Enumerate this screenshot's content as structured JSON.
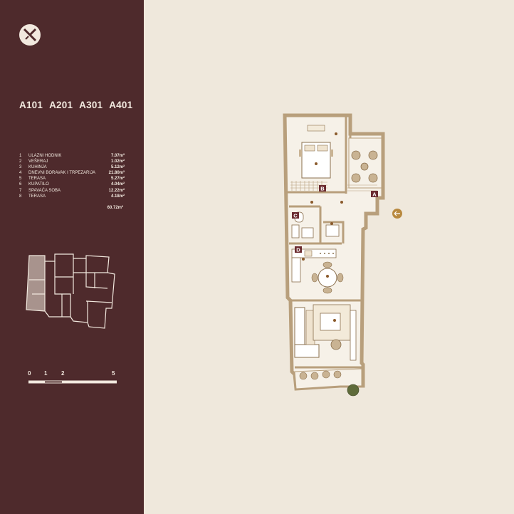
{
  "brand": {
    "logo_icon": "x-circle-logo-icon"
  },
  "units": [
    "A101",
    "A201",
    "A301",
    "A401"
  ],
  "rooms": [
    {
      "num": "1",
      "name": "ULAZNI HODNIK",
      "area": "7.07m²"
    },
    {
      "num": "2",
      "name": "VEŠERAJ",
      "area": "1.02m²"
    },
    {
      "num": "3",
      "name": "KUHINJA",
      "area": "5.12m²"
    },
    {
      "num": "4",
      "name": "DNEVNI BORAVAK I TRPEZARIJA",
      "area": "21.80m²"
    },
    {
      "num": "5",
      "name": "TERASA",
      "area": "5.27m²"
    },
    {
      "num": "6",
      "name": "KUPATILO",
      "area": "4.04m²"
    },
    {
      "num": "7",
      "name": "SPAVAĆA SOBA",
      "area": "12.22m²"
    },
    {
      "num": "8",
      "name": "TERASA",
      "area": "4.18m²"
    }
  ],
  "total_area": "60.72m²",
  "scale_labels": [
    "0",
    "1",
    "2",
    "5"
  ],
  "plan_markers": [
    "A",
    "B",
    "C",
    "D"
  ],
  "colors": {
    "sidebar": "#4e2a2c",
    "background": "#efe8dc",
    "accent": "#8a5a2b",
    "wall": "#b89f7c",
    "floor": "#f6f1e8",
    "marker": "#6b2b30"
  }
}
